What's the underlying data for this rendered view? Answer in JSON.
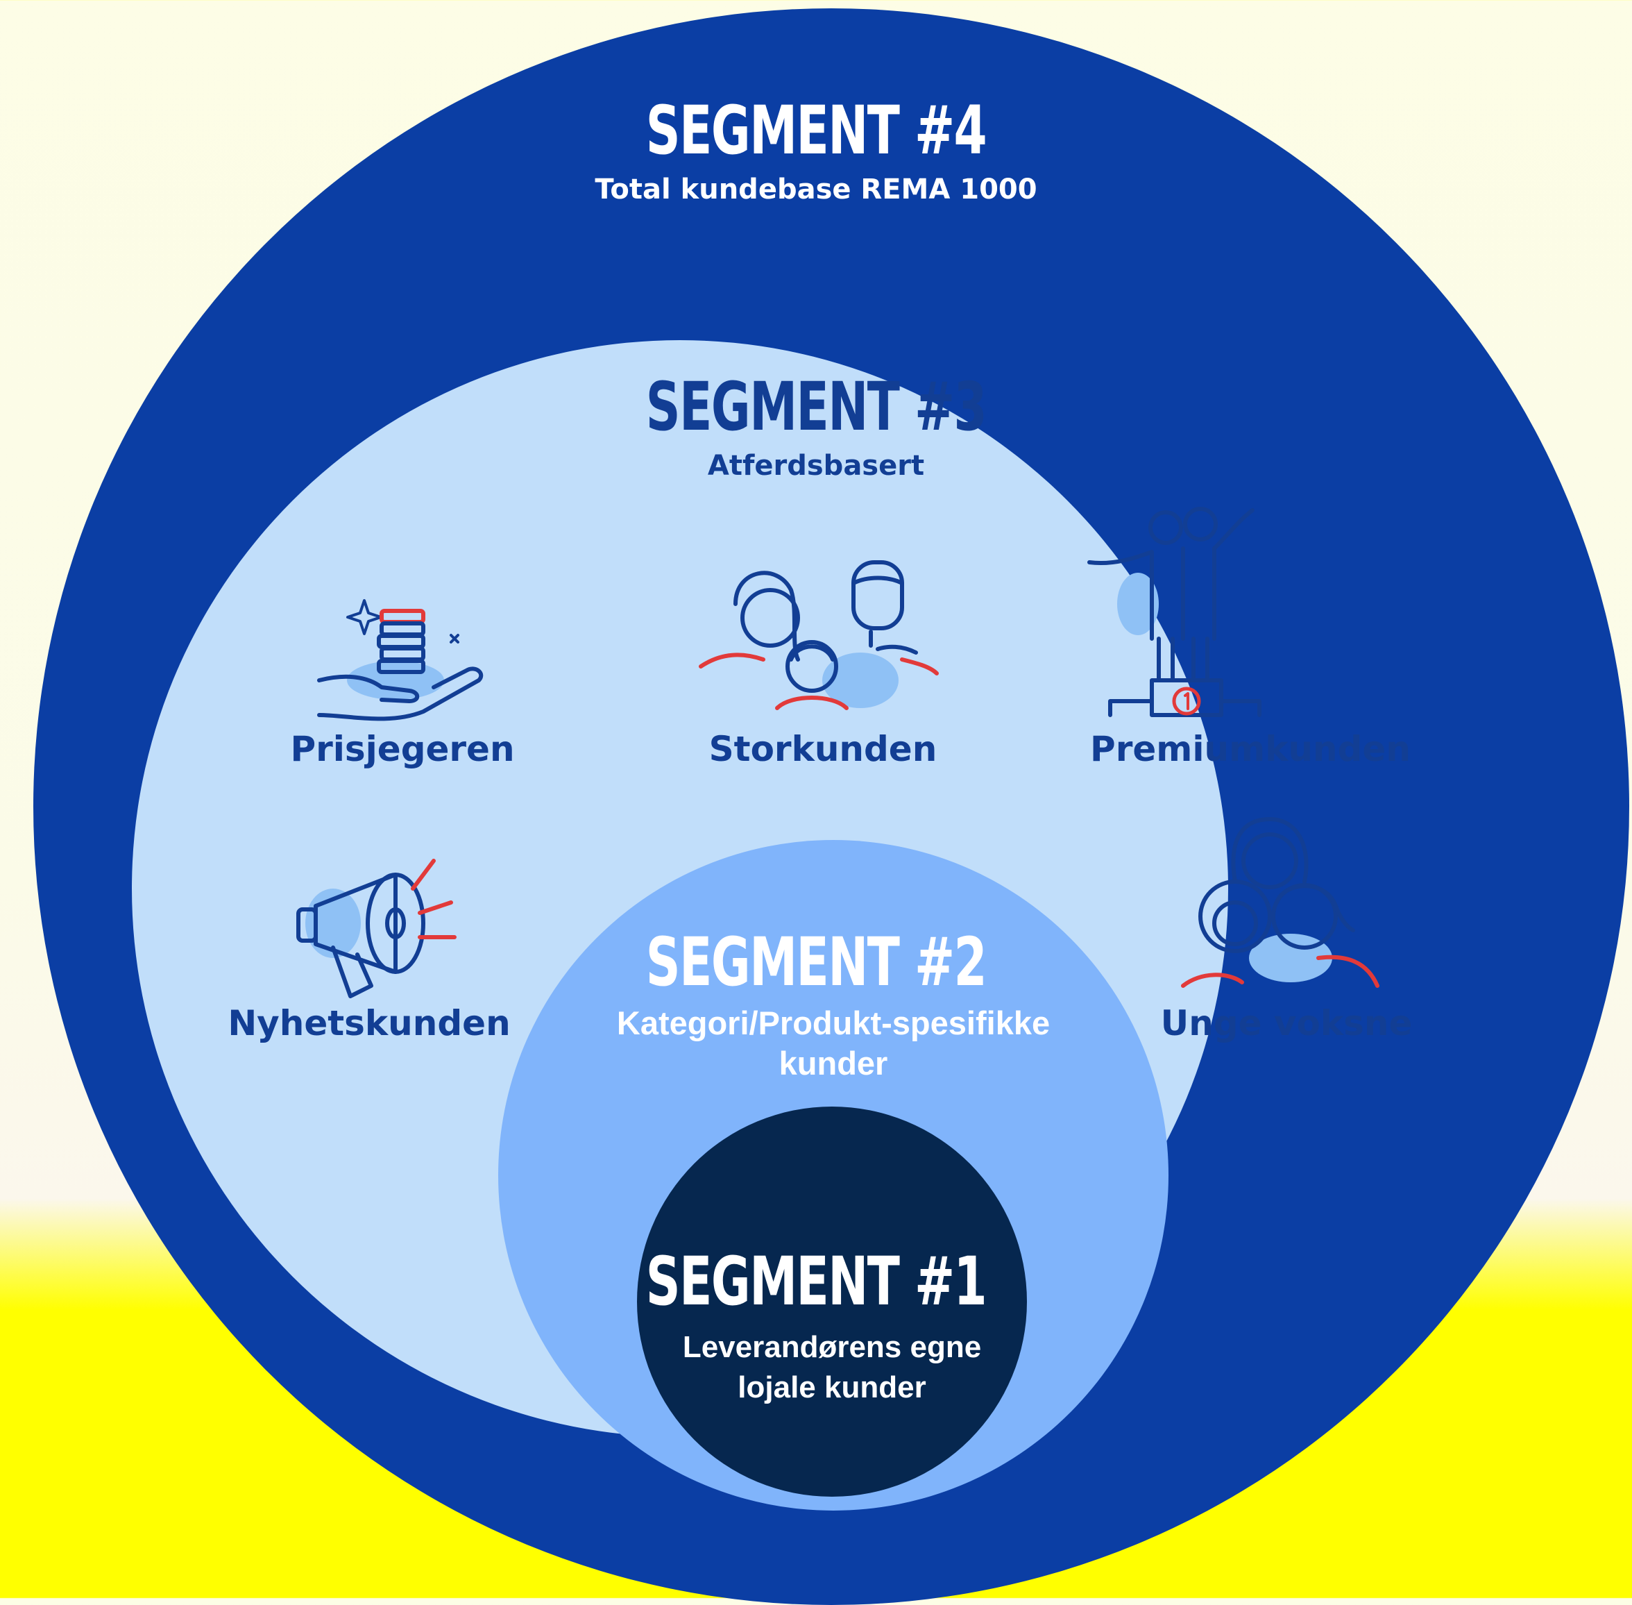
{
  "colors": {
    "segment4": "#0b3ea4",
    "segment3": "#c1defa",
    "segment2": "#80b4fb",
    "segment1": "#06274f",
    "text_dark": "#123e94",
    "text_light": "#ffffff",
    "accent_red": "#e23a3a"
  },
  "segment4": {
    "title": "SEGMENT #4",
    "subtitle": "Total kundebase REMA 1000"
  },
  "segment3": {
    "title": "SEGMENT #3",
    "subtitle": "Atferdsbasert",
    "groups": [
      {
        "label": "Prisjegeren",
        "icon": "coins-in-hand-icon"
      },
      {
        "label": "Storkunden",
        "icon": "family-icon"
      },
      {
        "label": "Premiumkunden",
        "icon": "podium-winners-icon"
      },
      {
        "label": "Nyhetskunden",
        "icon": "megaphone-icon"
      },
      {
        "label": "Unge voksne",
        "icon": "young-adults-icon"
      }
    ]
  },
  "segment2": {
    "title": "SEGMENT #2",
    "subtitle_line1": "Kategori/Produkt-spesifikke",
    "subtitle_line2": "kunder"
  },
  "segment1": {
    "title": "SEGMENT #1",
    "subtitle_line1": "Leverandørens egne",
    "subtitle_line2": "lojale kunder"
  }
}
